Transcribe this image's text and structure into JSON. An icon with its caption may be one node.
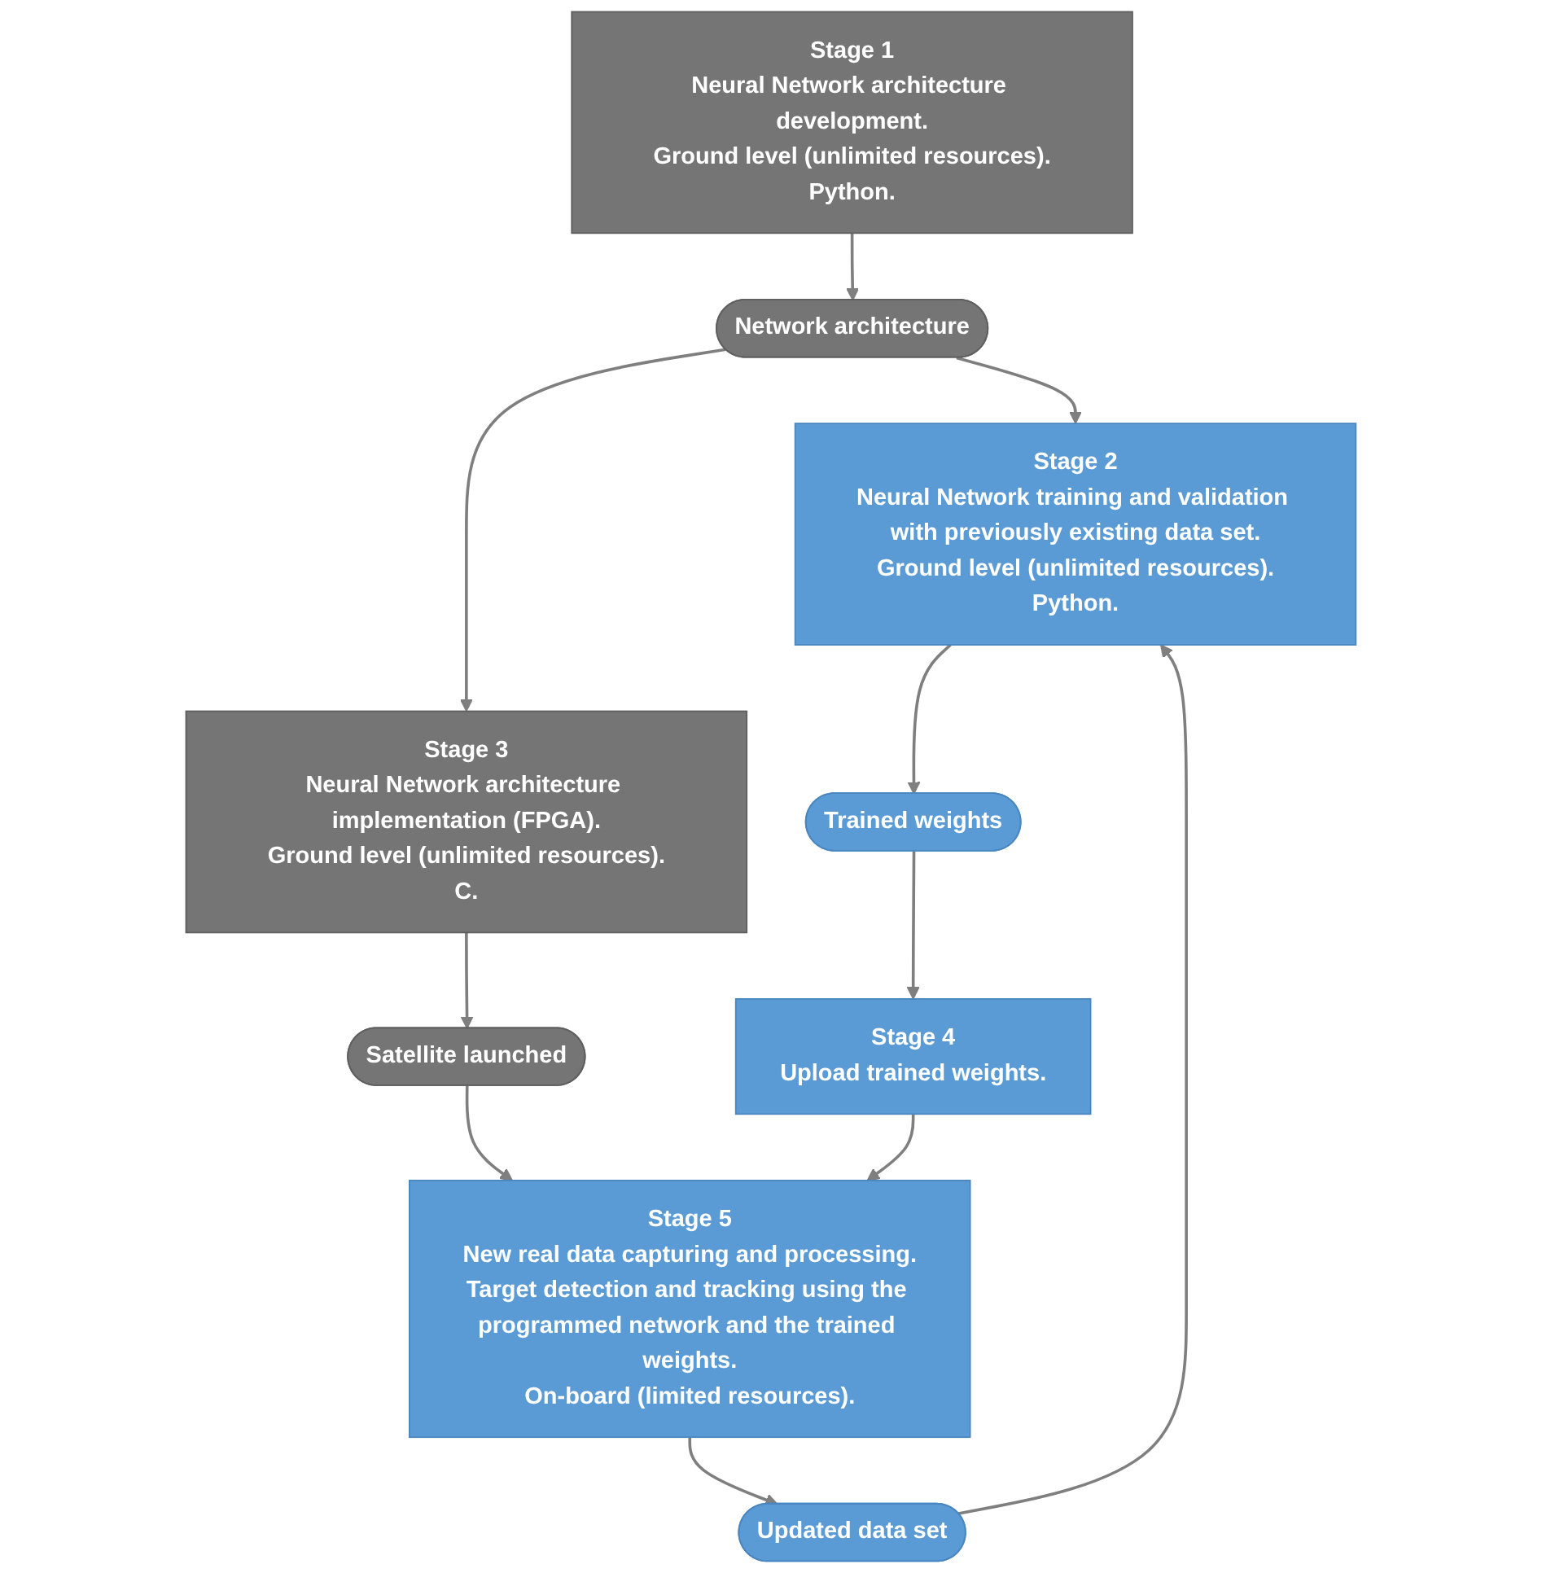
{
  "diagram": {
    "nodes": [
      {
        "text": [
          "Stage 1",
          "Neural Network architecture development.",
          "Ground level (unlimited resources).",
          "Python."
        ]
      },
      {
        "text": [
          "Stage 2",
          "Neural Network training and validation with previously existing data set.",
          "Ground level (unlimited resources).",
          "Python."
        ]
      },
      {
        "text": [
          "Network architecture"
        ]
      },
      {
        "text": [
          "Trained weights"
        ]
      },
      {
        "text": [
          "Updated data set"
        ]
      },
      {
        "text": [
          "Stage 3",
          "Neural Network architecture implementation (FPGA).",
          "Ground level (unlimited resources).",
          "C."
        ]
      },
      {
        "text": [
          "Stage 4",
          "Upload trained weights."
        ]
      },
      {
        "text": [
          "Satellite launched"
        ]
      },
      {
        "text": [
          "Stage 5",
          "New real data capturing and processing.",
          "Target detection and tracking using the programmed network and the trained weights.",
          "On-board (limited resources)."
        ]
      }
    ],
    "edges": [
      {
        "from": 0,
        "to": 2,
        "arrow": "to"
      },
      {
        "from": 2,
        "to": 1,
        "arrow": "to"
      },
      {
        "from": 1,
        "to": 3,
        "arrow": "to"
      },
      {
        "from": 2,
        "to": 5,
        "arrow": "to"
      },
      {
        "from": 3,
        "to": 6,
        "arrow": "to"
      },
      {
        "from": 5,
        "to": 7,
        "arrow": "to"
      },
      {
        "from": 7,
        "to": 8,
        "arrow": "to"
      },
      {
        "from": 6,
        "to": 8,
        "arrow": "to"
      },
      {
        "from": 8,
        "to": 4,
        "arrow": "to"
      },
      {
        "from": 4,
        "to": 1,
        "arrow": "to"
      }
    ]
  }
}
